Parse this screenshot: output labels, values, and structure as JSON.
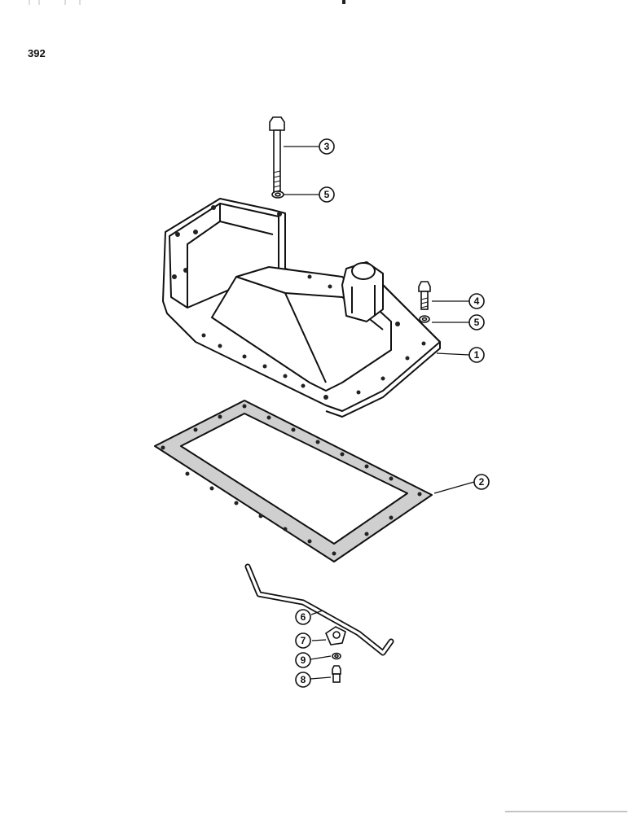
{
  "page_number": "392",
  "callouts": [
    {
      "id": "callout-1",
      "label": "1"
    },
    {
      "id": "callout-2",
      "label": "2"
    },
    {
      "id": "callout-3",
      "label": "3"
    },
    {
      "id": "callout-4",
      "label": "4"
    },
    {
      "id": "callout-5a",
      "label": "5"
    },
    {
      "id": "callout-5b",
      "label": "5"
    },
    {
      "id": "callout-6",
      "label": "6"
    },
    {
      "id": "callout-7",
      "label": "7"
    },
    {
      "id": "callout-8",
      "label": "8"
    },
    {
      "id": "callout-9",
      "label": "9"
    }
  ]
}
